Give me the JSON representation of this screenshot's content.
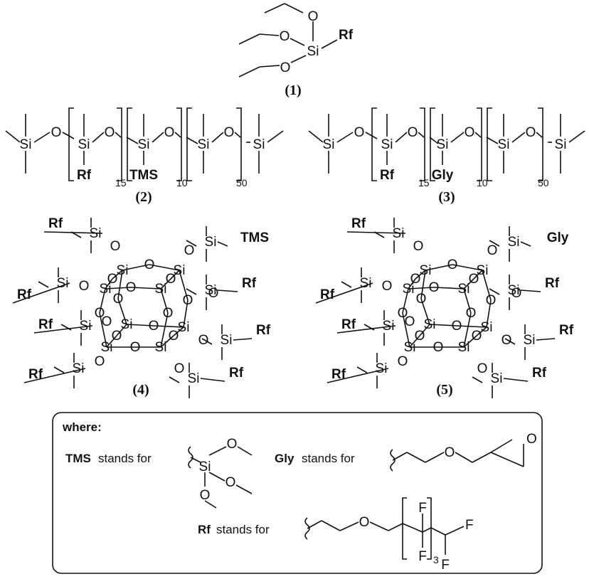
{
  "compounds": {
    "c1": {
      "label": "(1)"
    },
    "c2": {
      "label": "(2)",
      "group": "TMS",
      "n1": "15",
      "n2": "10",
      "n3": "50"
    },
    "c3": {
      "label": "(3)",
      "group": "Gly",
      "n1": "15",
      "n2": "10",
      "n3": "50"
    },
    "c4": {
      "label": "(4)",
      "group": "TMS"
    },
    "c5": {
      "label": "(5)",
      "group": "Gly"
    }
  },
  "atoms": {
    "si": "Si",
    "o": "O",
    "rf": "Rf",
    "f": "F"
  },
  "legend": {
    "title": "where:",
    "tms_key": "TMS",
    "gly_key": "Gly",
    "rf_key": "Rf",
    "stands_for": "stands for",
    "rf_repeat": "3"
  }
}
